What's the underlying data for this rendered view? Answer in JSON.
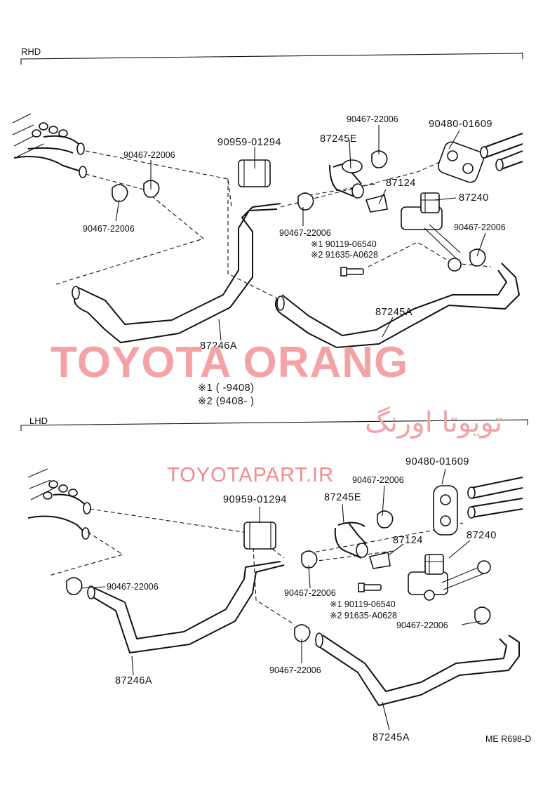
{
  "sections": {
    "rhd": "RHD",
    "lhd": "LHD"
  },
  "rhd_labels": {
    "clamp_left_top": "90467-22006",
    "clamp_left_bottom": "90467-22006",
    "grommet": "90959-01294",
    "hose_e": "87245E",
    "clamp_top": "90467-22006",
    "plate": "90480-01609",
    "bracket": "87124",
    "valve": "87240",
    "clamp_mid": "90467-22006",
    "clamp_right": "90467-22006",
    "bolt1": "※1 90119-06540",
    "bolt2": "※2 91635-A0628",
    "hose_a": "87245A",
    "hose_b": "87246A"
  },
  "legend": {
    "note1": "※1 (        -9408)",
    "note2": "※2 (9408-        )"
  },
  "lhd_labels": {
    "plate": "90480-01609",
    "clamp_top": "90467-22006",
    "grommet": "90959-01294",
    "hose_e": "87245E",
    "bracket": "87124",
    "valve": "87240",
    "clamp_left": "90467-22006",
    "clamp_mid": "90467-22006",
    "bolt1": "※1 90119-06540",
    "bolt2": "※2 91635-A0628",
    "clamp_right": "90467-22006",
    "clamp_bottom": "90467-22006",
    "hose_b": "87246A",
    "hose_a": "87245A"
  },
  "watermark": {
    "line1": "TOYOTA ORANG",
    "line2": "تویوتا اورنگ",
    "line3": "TOYOTAPART.IR"
  },
  "footer": {
    "code": "ME R698-D"
  }
}
